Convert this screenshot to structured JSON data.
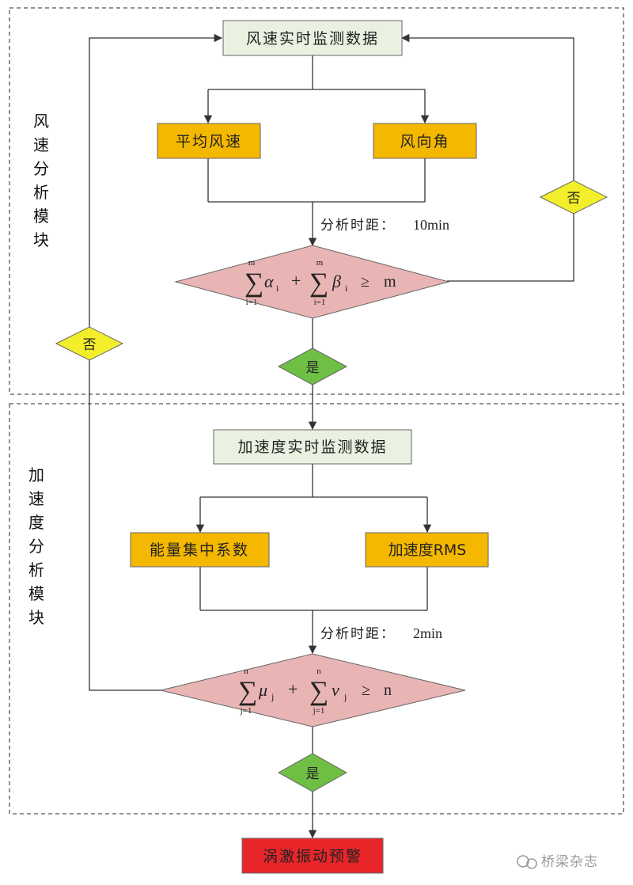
{
  "modules": {
    "wind_module_label": [
      "风",
      "速",
      "分",
      "析",
      "模",
      "块"
    ],
    "accel_module_label": [
      "加",
      "速",
      "度",
      "分",
      "析",
      "模",
      "块"
    ]
  },
  "wind": {
    "realtime_data": "风速实时监测数据",
    "mean_speed": "平均风速",
    "wind_angle": "风向角",
    "interval_label": "分析时距：",
    "interval_value": "10min",
    "cond_sum_upper": "m",
    "cond_sum_lower": "i=1",
    "cond_alpha": "α",
    "cond_beta": "β",
    "cond_sub": "i",
    "cond_plus": "+",
    "cond_geq": "≥",
    "cond_rhs": "m",
    "yes": "是",
    "no": "否"
  },
  "accel": {
    "realtime_data": "加速度实时监测数据",
    "energy_coeff": "能量集中系数",
    "accel_rms": "加速度RMS",
    "interval_label": "分析时距：",
    "interval_value": "2min",
    "cond_sum_upper": "n",
    "cond_sum_lower": "j=1",
    "cond_mu": "μ",
    "cond_nu": "ν",
    "cond_sub": "j",
    "cond_plus": "+",
    "cond_geq": "≥",
    "cond_rhs": "n",
    "yes": "是",
    "no": "否"
  },
  "output": {
    "warning": "涡激振动预警"
  },
  "watermark": "桥梁杂志",
  "colors": {
    "light_box": "#eaf1e1",
    "orange_box": "#f5b800",
    "diamond_pink": "#e8b4b4",
    "diamond_green": "#6fbf45",
    "diamond_yellow": "#f2ee2a",
    "red_box": "#e8262a",
    "line": "#333333",
    "dash": "#555555"
  }
}
